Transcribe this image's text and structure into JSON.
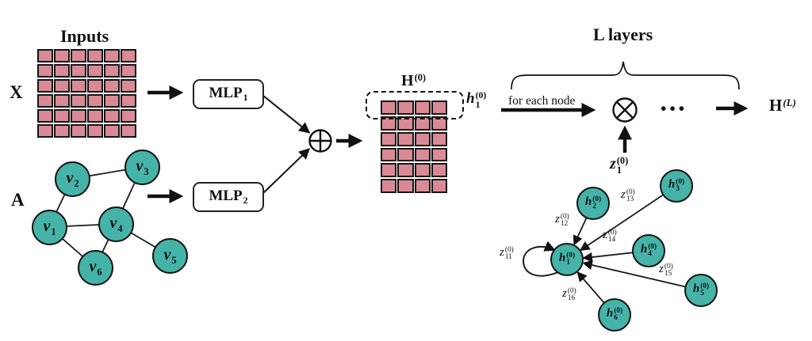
{
  "colors": {
    "cell": "#d98a96",
    "node": "#45b3a8",
    "ink": "#111111"
  },
  "icons": {
    "combine_op": "circled-plus",
    "aggregate_op": "circled-times"
  },
  "inputs": {
    "title": "Inputs",
    "x_label": "X",
    "a_label": "A",
    "x_matrix": {
      "rows": 6,
      "cols": 6
    },
    "v_nodes": [
      {
        "base": "v",
        "sub": "1"
      },
      {
        "base": "v",
        "sub": "2"
      },
      {
        "base": "v",
        "sub": "3"
      },
      {
        "base": "v",
        "sub": "4"
      },
      {
        "base": "v",
        "sub": "5"
      },
      {
        "base": "v",
        "sub": "6"
      }
    ]
  },
  "mlp": {
    "mlp1": {
      "base": "MLP",
      "sub": "1"
    },
    "mlp2": {
      "base": "MLP",
      "sub": "2"
    }
  },
  "h0": {
    "title": {
      "base": "H",
      "sup": "(0)"
    },
    "matrix": {
      "rows": 6,
      "cols": 4
    },
    "row_label": {
      "base": "h",
      "sub": "1",
      "sup": "(0)"
    }
  },
  "layers": {
    "title": "L layers",
    "for_each_node": "for each node",
    "dots": "•••",
    "output": {
      "base": "H",
      "sup": "(L)"
    }
  },
  "aggregation": {
    "z_label": {
      "base": "z",
      "sub": "1",
      "sup": "(0)"
    },
    "h_nodes": [
      {
        "base": "h",
        "sub": "1",
        "sup": "(0)"
      },
      {
        "base": "h",
        "sub": "2",
        "sup": "(0)"
      },
      {
        "base": "h",
        "sub": "3",
        "sup": "(0)"
      },
      {
        "base": "h",
        "sub": "4",
        "sup": "(0)"
      },
      {
        "base": "h",
        "sub": "5",
        "sup": "(0)"
      },
      {
        "base": "h",
        "sub": "6",
        "sup": "(0)"
      }
    ],
    "edge_labels": [
      {
        "base": "z",
        "sub": "11",
        "sup": "(0)"
      },
      {
        "base": "z",
        "sub": "12",
        "sup": "(0)"
      },
      {
        "base": "z",
        "sub": "13",
        "sup": "(0)"
      },
      {
        "base": "z",
        "sub": "14",
        "sup": "(0)"
      },
      {
        "base": "z",
        "sub": "15",
        "sup": "(0)"
      },
      {
        "base": "z",
        "sub": "16",
        "sup": "(0)"
      }
    ]
  }
}
